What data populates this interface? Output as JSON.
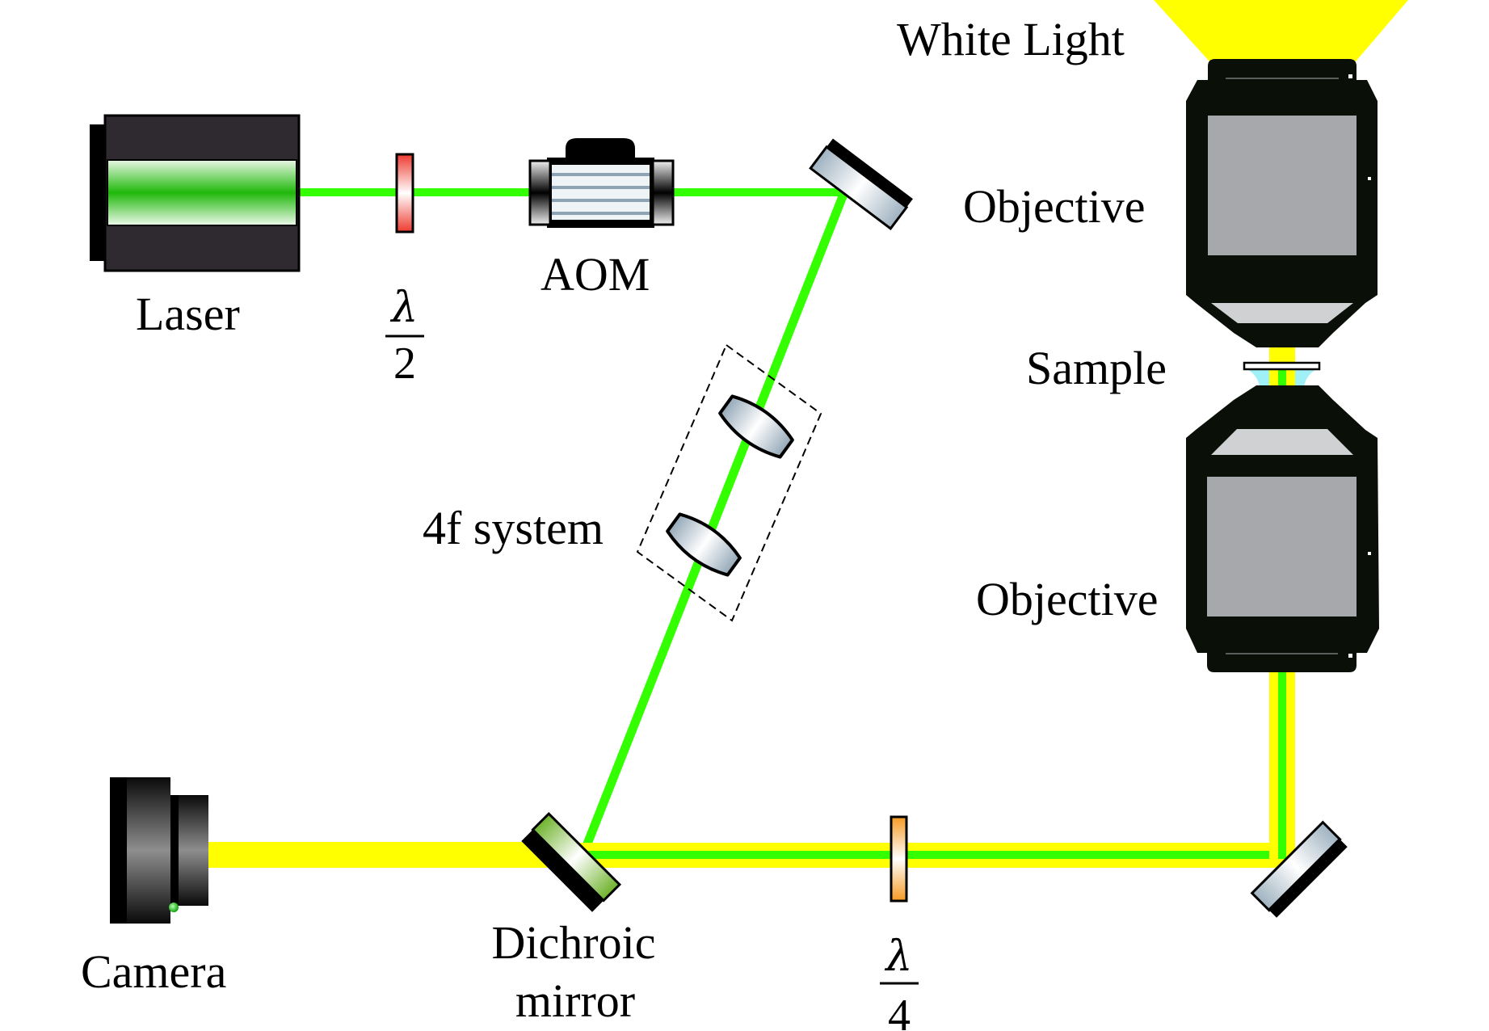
{
  "title": "Optical setup schematic",
  "labels": {
    "laser": "Laser",
    "half_wave_numerator": "λ",
    "half_wave_denominator": "2",
    "aom": "AOM",
    "four_f_system": "4f system",
    "white_light": "White Light",
    "objective_top": "Objective",
    "sample": "Sample",
    "objective_bottom": "Objective",
    "camera": "Camera",
    "dichroic_line1": "Dichroic",
    "dichroic_line2": "mirror",
    "quarter_wave_numerator": "λ",
    "quarter_wave_denominator": "4"
  },
  "components": [
    {
      "id": "laser",
      "type": "laser source"
    },
    {
      "id": "half-wave-plate",
      "type": "waveplate",
      "retardance": "λ/2"
    },
    {
      "id": "aom",
      "type": "acousto-optic modulator"
    },
    {
      "id": "mirror-1",
      "type": "mirror"
    },
    {
      "id": "4f-system",
      "type": "lens pair",
      "lens_count": 2
    },
    {
      "id": "dichroic-mirror",
      "type": "dichroic mirror"
    },
    {
      "id": "quarter-wave-plate",
      "type": "waveplate",
      "retardance": "λ/4"
    },
    {
      "id": "mirror-2",
      "type": "mirror"
    },
    {
      "id": "objective-bottom",
      "type": "objective"
    },
    {
      "id": "sample",
      "type": "sample"
    },
    {
      "id": "objective-top",
      "type": "objective"
    },
    {
      "id": "white-light",
      "type": "illumination"
    },
    {
      "id": "camera",
      "type": "camera"
    }
  ],
  "colors": {
    "laser_beam": "#33ff00",
    "white_light_beam": "#ffff00",
    "objective_body": "#0a0f08",
    "objective_window": "#a7a8ab",
    "objective_lens": "#cfd1d3",
    "half_wave_plate": "#ee3a2f",
    "quarter_wave_plate": "#f5a02a",
    "dichroic": "#7fbf3a",
    "mirror_glass": "#9fb2c0",
    "immersion_oil": "#9ff0f7"
  }
}
